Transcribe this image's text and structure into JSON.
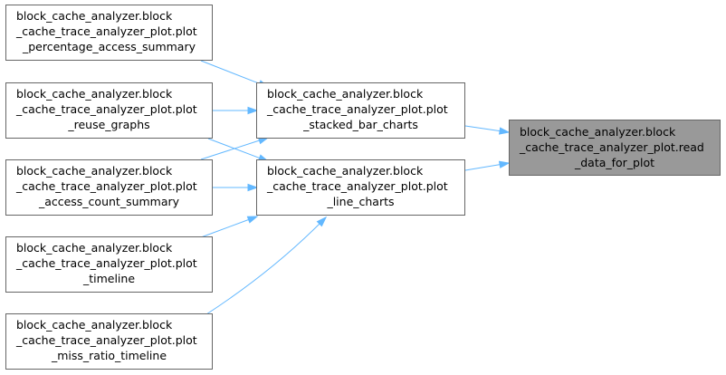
{
  "nodes": {
    "percentage_access_summary": {
      "lines": [
        "block_cache_analyzer.block",
        "_cache_trace_analyzer_plot.plot",
        "_percentage_access_summary"
      ]
    },
    "reuse_graphs": {
      "lines": [
        "block_cache_analyzer.block",
        "_cache_trace_analyzer_plot.plot",
        "_reuse_graphs"
      ]
    },
    "access_count_summary": {
      "lines": [
        "block_cache_analyzer.block",
        "_cache_trace_analyzer_plot.plot",
        "_access_count_summary"
      ]
    },
    "timeline": {
      "lines": [
        "block_cache_analyzer.block",
        "_cache_trace_analyzer_plot.plot",
        "_timeline"
      ]
    },
    "miss_ratio_timeline": {
      "lines": [
        "block_cache_analyzer.block",
        "_cache_trace_analyzer_plot.plot",
        "_miss_ratio_timeline"
      ]
    },
    "stacked_bar_charts": {
      "lines": [
        "block_cache_analyzer.block",
        "_cache_trace_analyzer_plot.plot",
        "_stacked_bar_charts"
      ]
    },
    "line_charts": {
      "lines": [
        "block_cache_analyzer.block",
        "_cache_trace_analyzer_plot.plot",
        "_line_charts"
      ]
    },
    "read_data_for_plot": {
      "lines": [
        "block_cache_analyzer.block",
        "_cache_trace_analyzer_plot.read",
        "_data_for_plot"
      ]
    }
  },
  "edges": [
    {
      "from": "percentage_access_summary",
      "to": "stacked_bar_charts"
    },
    {
      "from": "reuse_graphs",
      "to": "stacked_bar_charts"
    },
    {
      "from": "reuse_graphs",
      "to": "line_charts"
    },
    {
      "from": "access_count_summary",
      "to": "stacked_bar_charts"
    },
    {
      "from": "access_count_summary",
      "to": "line_charts"
    },
    {
      "from": "timeline",
      "to": "line_charts"
    },
    {
      "from": "miss_ratio_timeline",
      "to": "line_charts"
    },
    {
      "from": "stacked_bar_charts",
      "to": "read_data_for_plot"
    },
    {
      "from": "line_charts",
      "to": "read_data_for_plot"
    }
  ],
  "colors": {
    "edge": "#63b8ff",
    "node_border": "#666666",
    "highlight_fill": "#999999"
  }
}
